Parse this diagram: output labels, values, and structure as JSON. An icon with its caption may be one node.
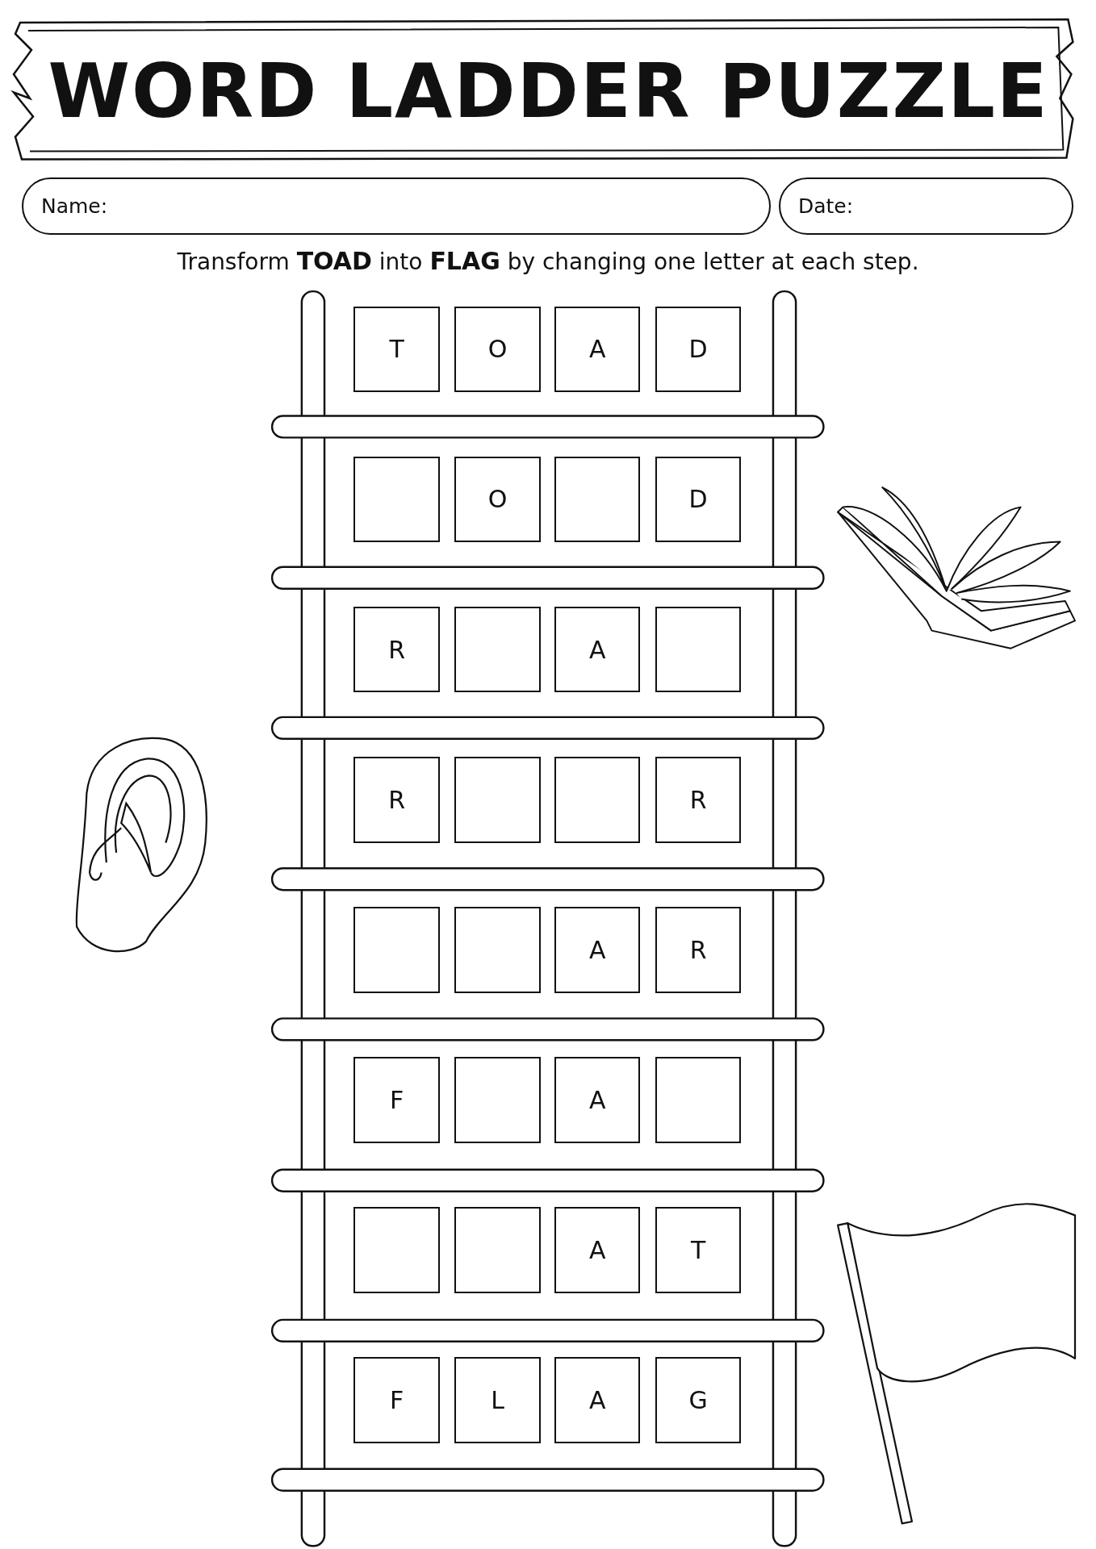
{
  "diagram": {
    "title": "WORD LADDER PUZZLE",
    "nodes": [
      {
        "text": [
          "Name:"
        ]
      },
      {
        "text": [
          "Date:"
        ]
      },
      {
        "text": [
          "T"
        ]
      },
      {
        "text": [
          "O"
        ]
      },
      {
        "text": [
          "A"
        ]
      },
      {
        "text": [
          "D"
        ]
      },
      {
        "text": [],
        "shape": "box"
      },
      {
        "text": [
          "O"
        ]
      },
      {
        "text": [],
        "shape": "box"
      },
      {
        "text": [
          "D"
        ]
      },
      {
        "text": [
          "R"
        ]
      },
      {
        "text": [],
        "shape": "box"
      },
      {
        "text": [
          "A"
        ]
      },
      {
        "text": [],
        "shape": "box"
      },
      {
        "text": [
          "R"
        ]
      },
      {
        "text": [],
        "shape": "box"
      },
      {
        "text": [],
        "shape": "box"
      },
      {
        "text": [
          "R"
        ]
      },
      {
        "text": [],
        "shape": "box"
      },
      {
        "text": [],
        "shape": "box"
      },
      {
        "text": [
          "A"
        ]
      },
      {
        "text": [
          "R"
        ]
      },
      {
        "text": [
          "F"
        ]
      },
      {
        "text": [],
        "shape": "box"
      },
      {
        "text": [
          "A"
        ]
      },
      {
        "text": [],
        "shape": "box"
      },
      {
        "text": [],
        "shape": "box"
      },
      {
        "text": [],
        "shape": "box"
      },
      {
        "text": [
          "A"
        ]
      },
      {
        "text": [
          "T"
        ]
      },
      {
        "text": [
          "F"
        ]
      },
      {
        "text": [
          "L"
        ]
      },
      {
        "text": [
          "A"
        ]
      },
      {
        "text": [
          "G"
        ]
      }
    ],
    "labels": [
      "Transform **TOAD** into **FLAG** by changing one letter at each step."
    ]
  }
}
